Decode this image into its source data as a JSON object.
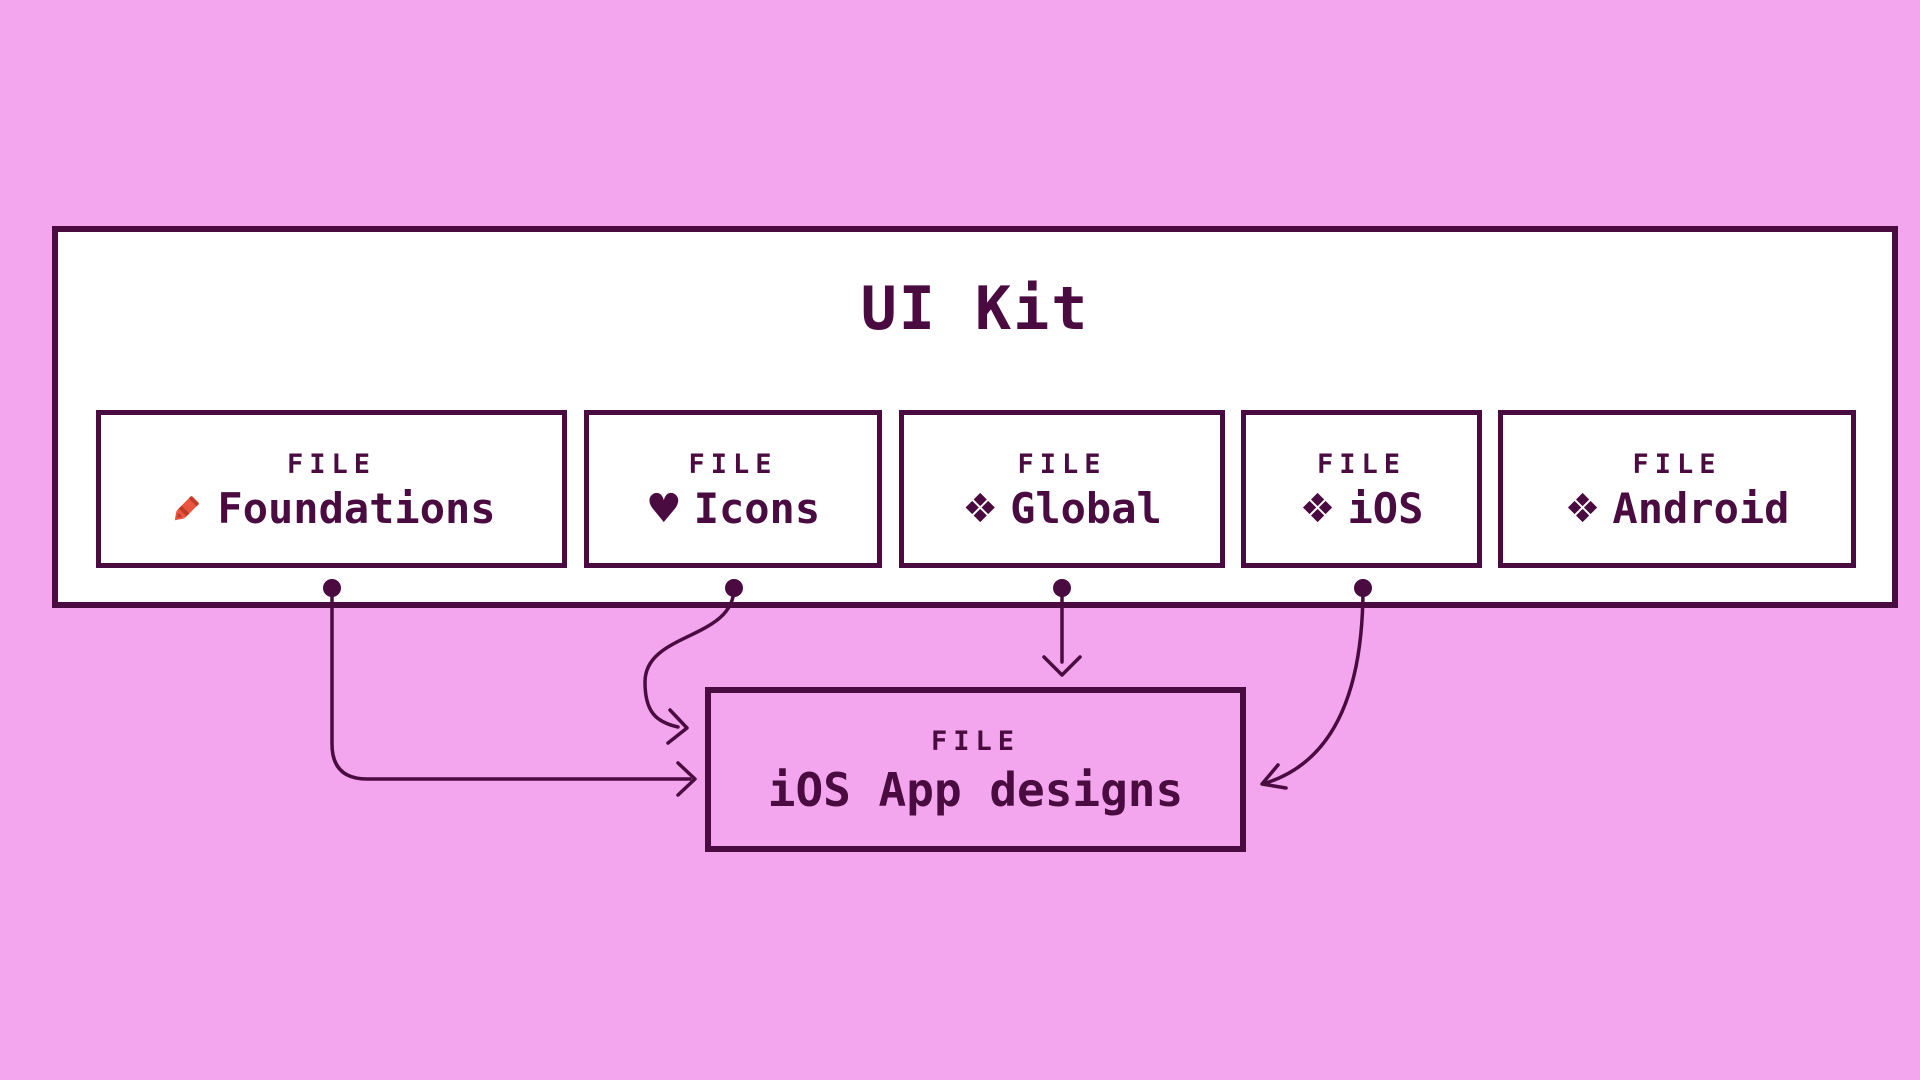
{
  "colors": {
    "background": "#F3A6ED",
    "accent": "#4A0B41",
    "card_fill": "#FFFFFF"
  },
  "kit": {
    "title": "UI Kit",
    "files": [
      {
        "badge": "FILE",
        "icon": "crayon-icon",
        "glyph": "",
        "label": "Foundations"
      },
      {
        "badge": "FILE",
        "icon": "heart-icon",
        "glyph": "♥",
        "label": "Icons"
      },
      {
        "badge": "FILE",
        "icon": "component-icon",
        "glyph": "❖",
        "label": "Global"
      },
      {
        "badge": "FILE",
        "icon": "component-icon",
        "glyph": "❖",
        "label": "iOS"
      },
      {
        "badge": "FILE",
        "icon": "component-icon",
        "glyph": "❖",
        "label": "Android"
      }
    ],
    "target_file": {
      "badge": "FILE",
      "label": "iOS App designs"
    }
  }
}
